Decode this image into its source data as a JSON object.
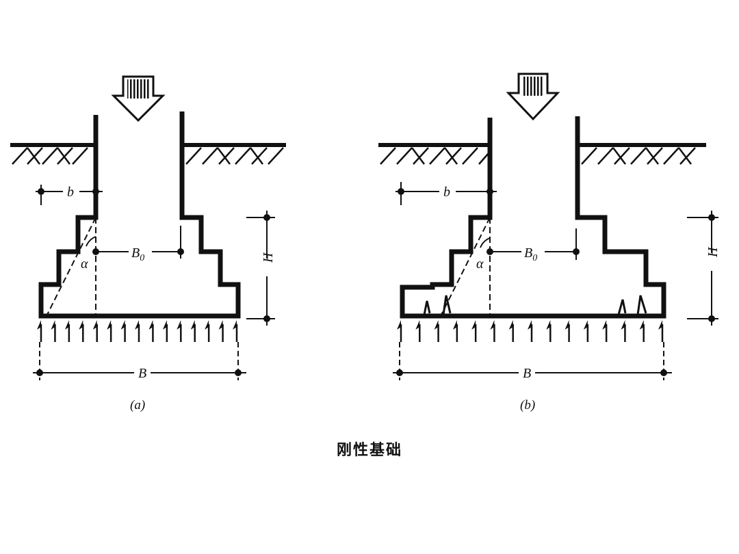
{
  "figure_title": "刚性基础",
  "panels": [
    {
      "id": "a",
      "caption": "(a)",
      "labels": {
        "b": "b",
        "alpha": "α",
        "B0": "B",
        "B0_sub": "0",
        "H": "H",
        "B": "B"
      },
      "cracked": false
    },
    {
      "id": "b",
      "caption": "(b)",
      "labels": {
        "b": "b",
        "alpha": "α",
        "B0": "B",
        "B0_sub": "0",
        "H": "H",
        "B": "B"
      },
      "cracked": true
    }
  ],
  "colors": {
    "ink": "#111111",
    "background": "#ffffff"
  }
}
